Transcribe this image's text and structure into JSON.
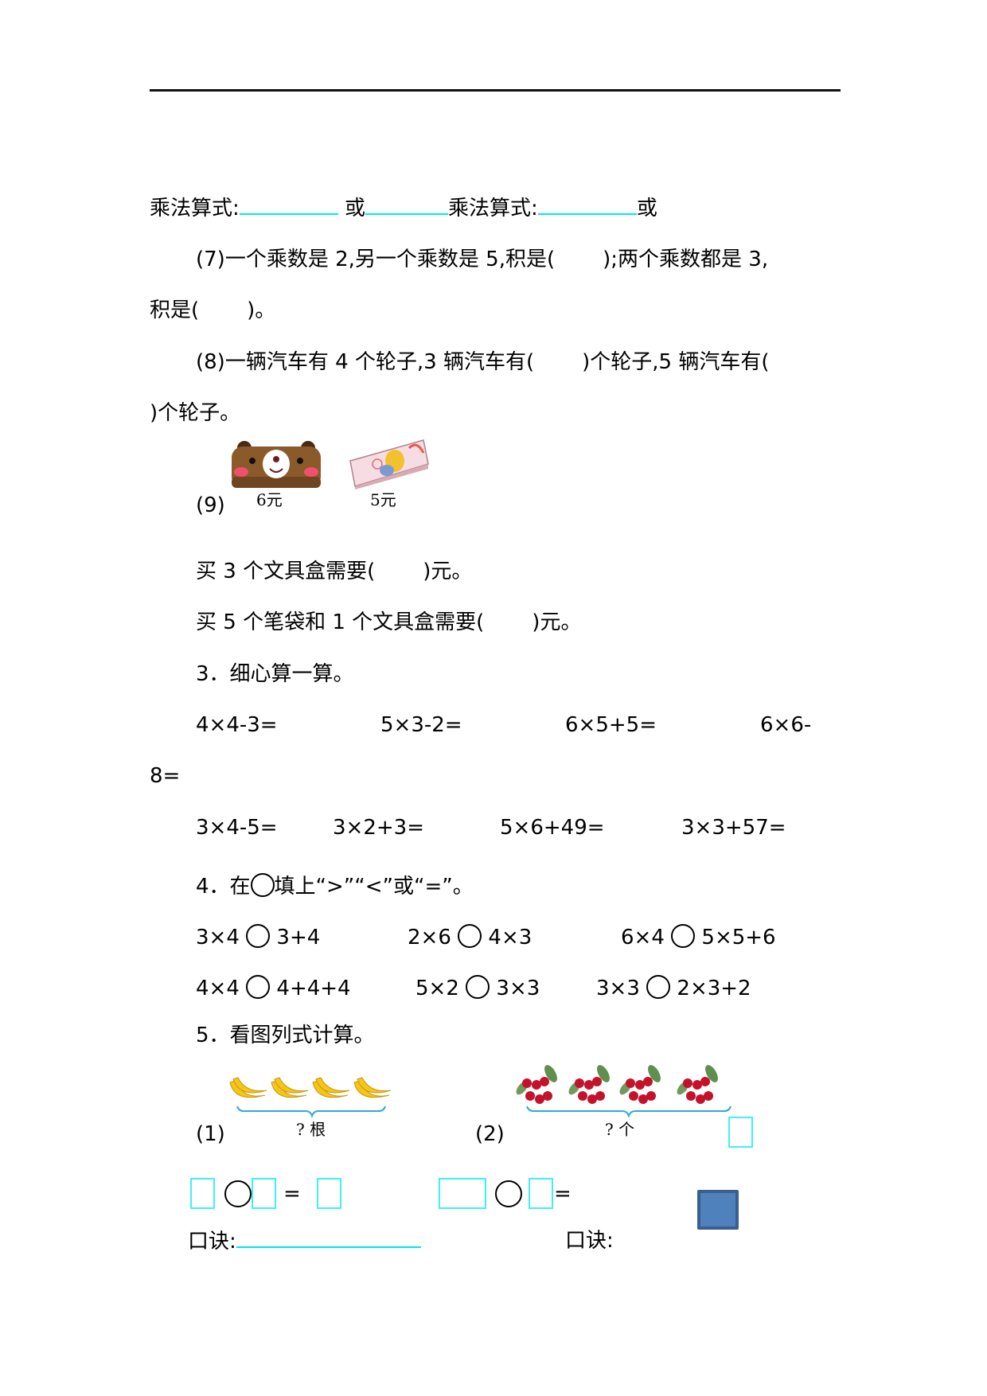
{
  "section2_tail": {
    "line_mult_a": "乘法算式:",
    "or_a": "或",
    "line_mult_b": "乘法算式:",
    "or_b": "或"
  },
  "q7": {
    "line1_a": "(7)一个乘数是 2,另一个乘数是 5,积是(",
    "line1_b": ");两个乘数都是 3,",
    "line2_a": "积是(",
    "line2_b": ")。"
  },
  "q8": {
    "line1_a": "(8)一辆汽车有 4 个轮子,3 辆汽车有(",
    "line1_b": ")个轮子,5 辆汽车有(",
    "line2": ")个轮子。"
  },
  "q9": {
    "label": "(9)",
    "item1": {
      "image": "bear-pencil-case-image",
      "price": "6元"
    },
    "item2": {
      "image": "stationery-box-image",
      "price": "5元"
    },
    "sub1_a": "买 3 个文具盒需要(",
    "sub1_b": ")元。",
    "sub2_a": "买 5 个笔袋和 1 个文具盒需要(",
    "sub2_b": ")元。"
  },
  "section3": {
    "title": "3．细心算一算。",
    "row1": [
      "4×4-3=",
      "5×3-2=",
      "6×5+5=",
      "6×6-"
    ],
    "row1_wrap": "8=",
    "row2": [
      "3×4-5=",
      "3×2+3=",
      "5×6+49=",
      "3×3+57="
    ]
  },
  "section4": {
    "title_a": "4．在",
    "title_b": "填上“>”“<”或“=”。",
    "row1": [
      {
        "left": "3×4",
        "right": "3+4"
      },
      {
        "left": "2×6",
        "right": "4×3"
      },
      {
        "left": "6×4",
        "right": "5×5+6"
      }
    ],
    "row2": [
      {
        "left": "4×4",
        "right": "4+4+4"
      },
      {
        "left": "5×2",
        "right": "3×3"
      },
      {
        "left": "3×3",
        "right": "2×3+2"
      }
    ]
  },
  "section5": {
    "title": "5．看图列式计算。",
    "part1": {
      "label": "(1)",
      "image": "four-banana-bunches-image",
      "brace_label": "? 根"
    },
    "part2": {
      "label": "(2)",
      "image": "four-cherry-clusters-image",
      "brace_label": "? 个"
    },
    "equals": "=",
    "koujue1": "口诀:",
    "koujue2": "口诀:"
  },
  "colors": {
    "blank_line": "#00e5ee",
    "answer_box": "#3ff0f5",
    "blue_square": "#4f81bd"
  }
}
